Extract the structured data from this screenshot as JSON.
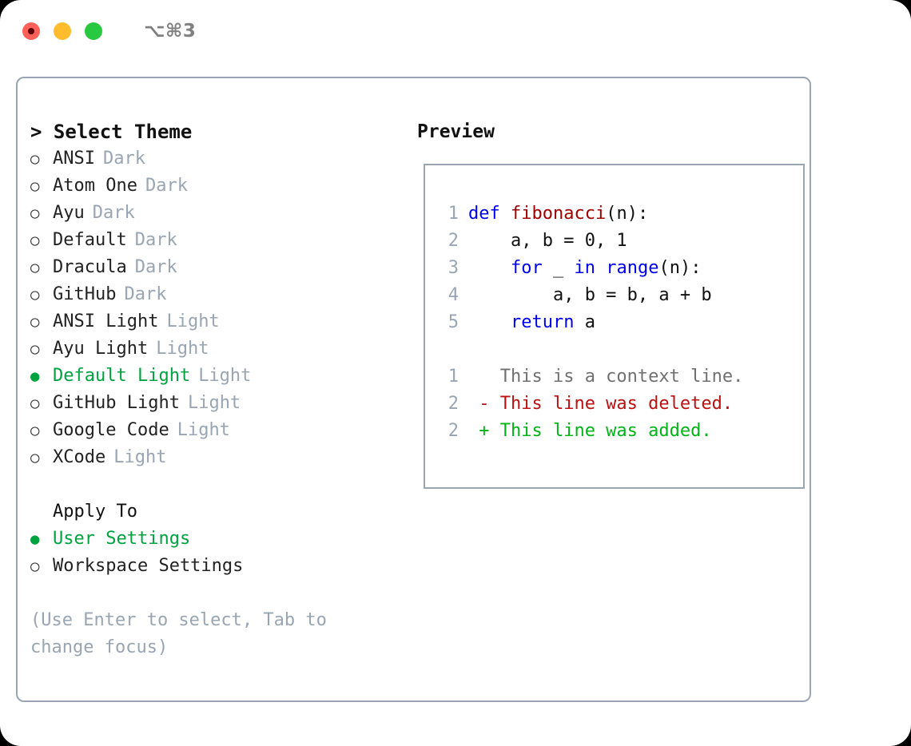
{
  "titlebar": {
    "shortcut": "⌥⌘3",
    "buttons": [
      {
        "name": "close",
        "color": "#FF6159"
      },
      {
        "name": "minimize",
        "color": "#FFBD2E"
      },
      {
        "name": "maximize",
        "color": "#28C841"
      }
    ]
  },
  "theme_picker": {
    "header": "> Select Theme",
    "items": [
      {
        "label": "ANSI",
        "tag": "Dark",
        "selected": false,
        "bullet": "○"
      },
      {
        "label": "Atom One",
        "tag": "Dark",
        "selected": false,
        "bullet": "○"
      },
      {
        "label": "Ayu",
        "tag": "Dark",
        "selected": false,
        "bullet": "○"
      },
      {
        "label": "Default",
        "tag": "Dark",
        "selected": false,
        "bullet": "○"
      },
      {
        "label": "Dracula",
        "tag": "Dark",
        "selected": false,
        "bullet": "○"
      },
      {
        "label": "GitHub",
        "tag": "Dark",
        "selected": false,
        "bullet": "○"
      },
      {
        "label": "ANSI Light",
        "tag": "Light",
        "selected": false,
        "bullet": "○"
      },
      {
        "label": "Ayu Light",
        "tag": "Light",
        "selected": false,
        "bullet": "○"
      },
      {
        "label": "Default Light",
        "tag": "Light",
        "selected": true,
        "bullet": "●"
      },
      {
        "label": "GitHub Light",
        "tag": "Light",
        "selected": false,
        "bullet": "○"
      },
      {
        "label": "Google Code",
        "tag": "Light",
        "selected": false,
        "bullet": "○"
      },
      {
        "label": "XCode",
        "tag": "Light",
        "selected": false,
        "bullet": "○"
      }
    ]
  },
  "apply_to": {
    "header": "Apply To",
    "items": [
      {
        "label": "User Settings",
        "selected": true,
        "bullet": "●"
      },
      {
        "label": "Workspace Settings",
        "selected": false,
        "bullet": "○"
      }
    ]
  },
  "hint": "(Use Enter to select, Tab to change focus)",
  "preview": {
    "title": "Preview",
    "code_lines": [
      {
        "no": "1",
        "tokens": [
          {
            "t": "def ",
            "k": "kw"
          },
          {
            "t": "fibonacci",
            "k": "fn"
          },
          {
            "t": "(n):",
            "k": "plain"
          }
        ]
      },
      {
        "no": "2",
        "tokens": [
          {
            "t": "    a, b = 0, 1",
            "k": "plain"
          }
        ]
      },
      {
        "no": "3",
        "tokens": [
          {
            "t": "    ",
            "k": "plain"
          },
          {
            "t": "for",
            "k": "kw"
          },
          {
            "t": " _ ",
            "k": "plain"
          },
          {
            "t": "in",
            "k": "kw"
          },
          {
            "t": " ",
            "k": "plain"
          },
          {
            "t": "range",
            "k": "kw"
          },
          {
            "t": "(n):",
            "k": "plain"
          }
        ]
      },
      {
        "no": "4",
        "tokens": [
          {
            "t": "        a, b = b, a + b",
            "k": "plain"
          }
        ]
      },
      {
        "no": "5",
        "tokens": [
          {
            "t": "    ",
            "k": "plain"
          },
          {
            "t": "return",
            "k": "kw"
          },
          {
            "t": " a",
            "k": "plain"
          }
        ]
      }
    ],
    "diff_lines": [
      {
        "no": "1",
        "tokens": [
          {
            "t": "   This is a context line.",
            "k": "ctx"
          }
        ]
      },
      {
        "no": "2",
        "tokens": [
          {
            "t": " - This line was deleted.",
            "k": "del"
          }
        ]
      },
      {
        "no": "2",
        "tokens": [
          {
            "t": " + This line was added.",
            "k": "add"
          }
        ]
      }
    ]
  },
  "colors": {
    "accent_green": "#00a33f",
    "muted": "#9aa5b4",
    "keyword_blue": "#0000ee",
    "function_red": "#a00000",
    "diff_added": "#00b416",
    "diff_deleted": "#bb1111",
    "border": "#9aa5b4"
  }
}
